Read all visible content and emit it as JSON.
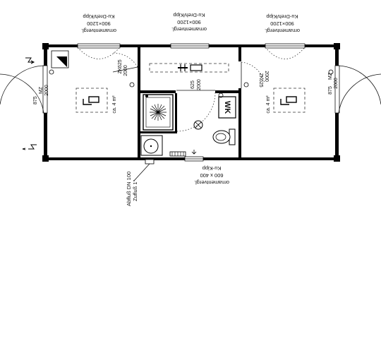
{
  "title": "",
  "window_spec": {
    "type": "Ku-Dreh/Kipp",
    "size": "900×1200",
    "glass": "ornamentvergl."
  },
  "doors": {
    "exterior": {
      "type": "MZ",
      "size": "875",
      "height": "2000"
    },
    "interior": {
      "type": "ZK",
      "size": "625",
      "height": "2000"
    },
    "bath": {
      "size": "625",
      "height": "2000"
    }
  },
  "rooms": {
    "left_area": "ca. 4 m²",
    "right_area": "ca. 4 m²",
    "wc_label": "WK"
  },
  "drain": {
    "line1": "Abfluß DN 100",
    "line2": "Zufluß 1\""
  },
  "bath_window": {
    "type": "Ku-Kipp",
    "size": "600 x 400",
    "glass": "ornamentvergl."
  }
}
